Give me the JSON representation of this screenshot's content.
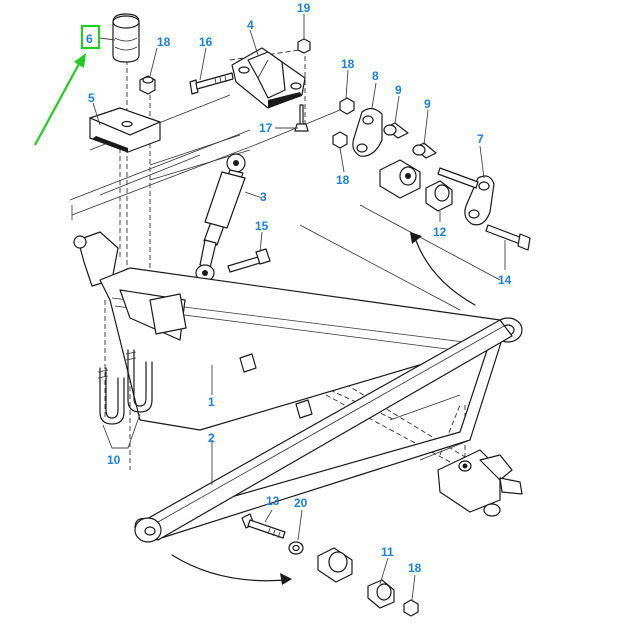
{
  "diagram": {
    "highlight_color": "#22cc22",
    "label_color": "#1f7fd6",
    "callouts": {
      "c6": "6",
      "c18a": "18",
      "c16": "16",
      "c4": "4",
      "c19": "19",
      "c5": "5",
      "c17": "17",
      "c3": "3",
      "c15": "15",
      "c18b": "18",
      "c8": "8",
      "c9a": "9",
      "c9b": "9",
      "c7": "7",
      "c18c": "18",
      "c12": "12",
      "c14": "14",
      "c1": "1",
      "c2": "2",
      "c10": "10",
      "c13": "13",
      "c20": "20",
      "c11": "11",
      "c18d": "18"
    }
  }
}
